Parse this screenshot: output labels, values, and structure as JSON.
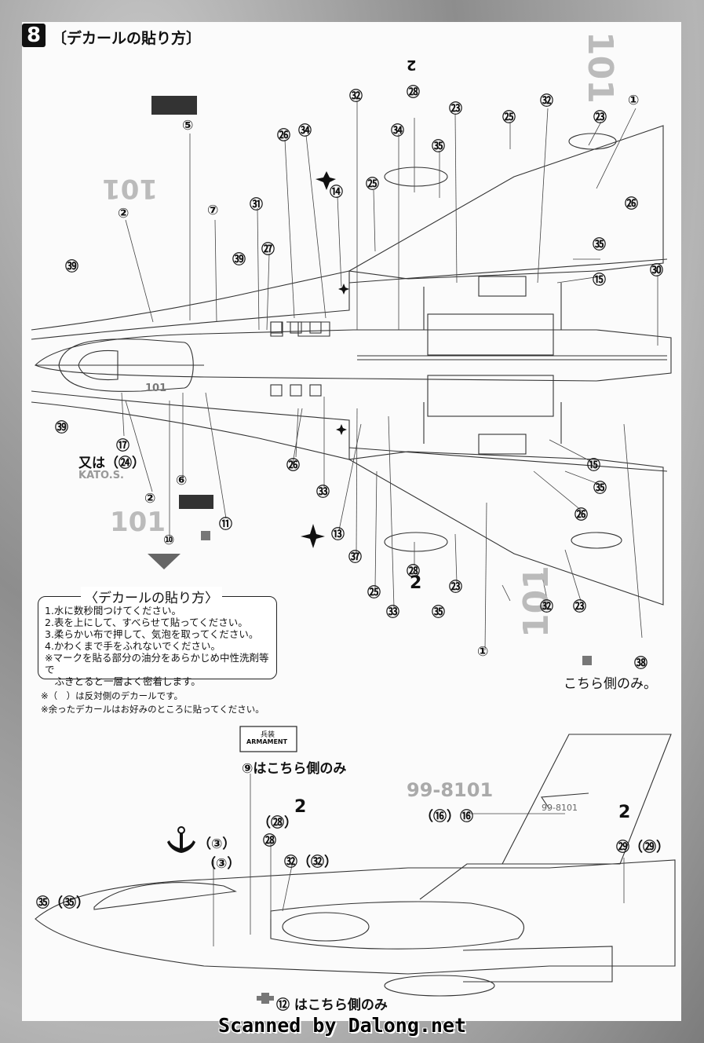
{
  "step": {
    "number": "8",
    "title": "〔デカールの貼り方〕"
  },
  "instructions": {
    "title": "〈デカールの貼り方〉",
    "items": [
      "1.水に数秒間つけてください。",
      "2.表を上にして、すべらせて貼ってください。",
      "3.柔らかい布で押して、気泡を取ってください。",
      "4.かわくまで手をふれないでください。",
      "※マークを貼る部分の油分をあらかじめ中性洗剤等で",
      "　ふきとると一層よく密着します。"
    ]
  },
  "notes": {
    "reverse_side": "※（　）は反対側のデカールです。",
    "leftover": "※余ったデカールはお好みのところに貼ってください。"
  },
  "labels": {
    "or_24": "又は（㉔）",
    "kato": "KATO.S.",
    "this_side_only": "こちら側のみ。",
    "nine_side_only": "⑨はこちら側のみ",
    "twelve_side_only": "⑫ はこちら側のみ",
    "armament": "ARMAMENT",
    "armament_jp": "兵装",
    "serial": "99-8101",
    "serial_small": "99-8101",
    "big_101_right": "101",
    "big_101_top": "101",
    "big_101_left": "101",
    "big_101_bottom": "101",
    "nose_101": "101",
    "num_2": "2",
    "callout_16": "（⑯）⑯",
    "callout_28": "（㉘）",
    "callout_3": "（③）",
    "callout_32": "㉜（㉜）",
    "callout_29": "㉙（㉙）",
    "callout_35": "㉟（㉟）"
  },
  "callouts_top": [
    "㉜",
    "㉘",
    "㉓",
    "㉜",
    "①",
    "⑤",
    "㉖",
    "㉞",
    "㉞",
    "㉕",
    "㉓",
    "㉟",
    "⑭",
    "㉕",
    "⑦",
    "㉛",
    "㉖",
    "②",
    "㉗",
    "㉟",
    "㊴",
    "㊴",
    "⑮",
    "㉚"
  ],
  "callouts_bottom": [
    "㊴",
    "⑰",
    "⑥",
    "㉖",
    "㉝",
    "⑮",
    "㉟",
    "②",
    "⑪",
    "⑩",
    "⑬",
    "㊲",
    "㉖",
    "㉘",
    "㉓",
    "㉕",
    "㉜",
    "㉓",
    "㉝",
    "㉟",
    "①",
    "㊳"
  ],
  "credit": "Scanned by Dalong.net"
}
